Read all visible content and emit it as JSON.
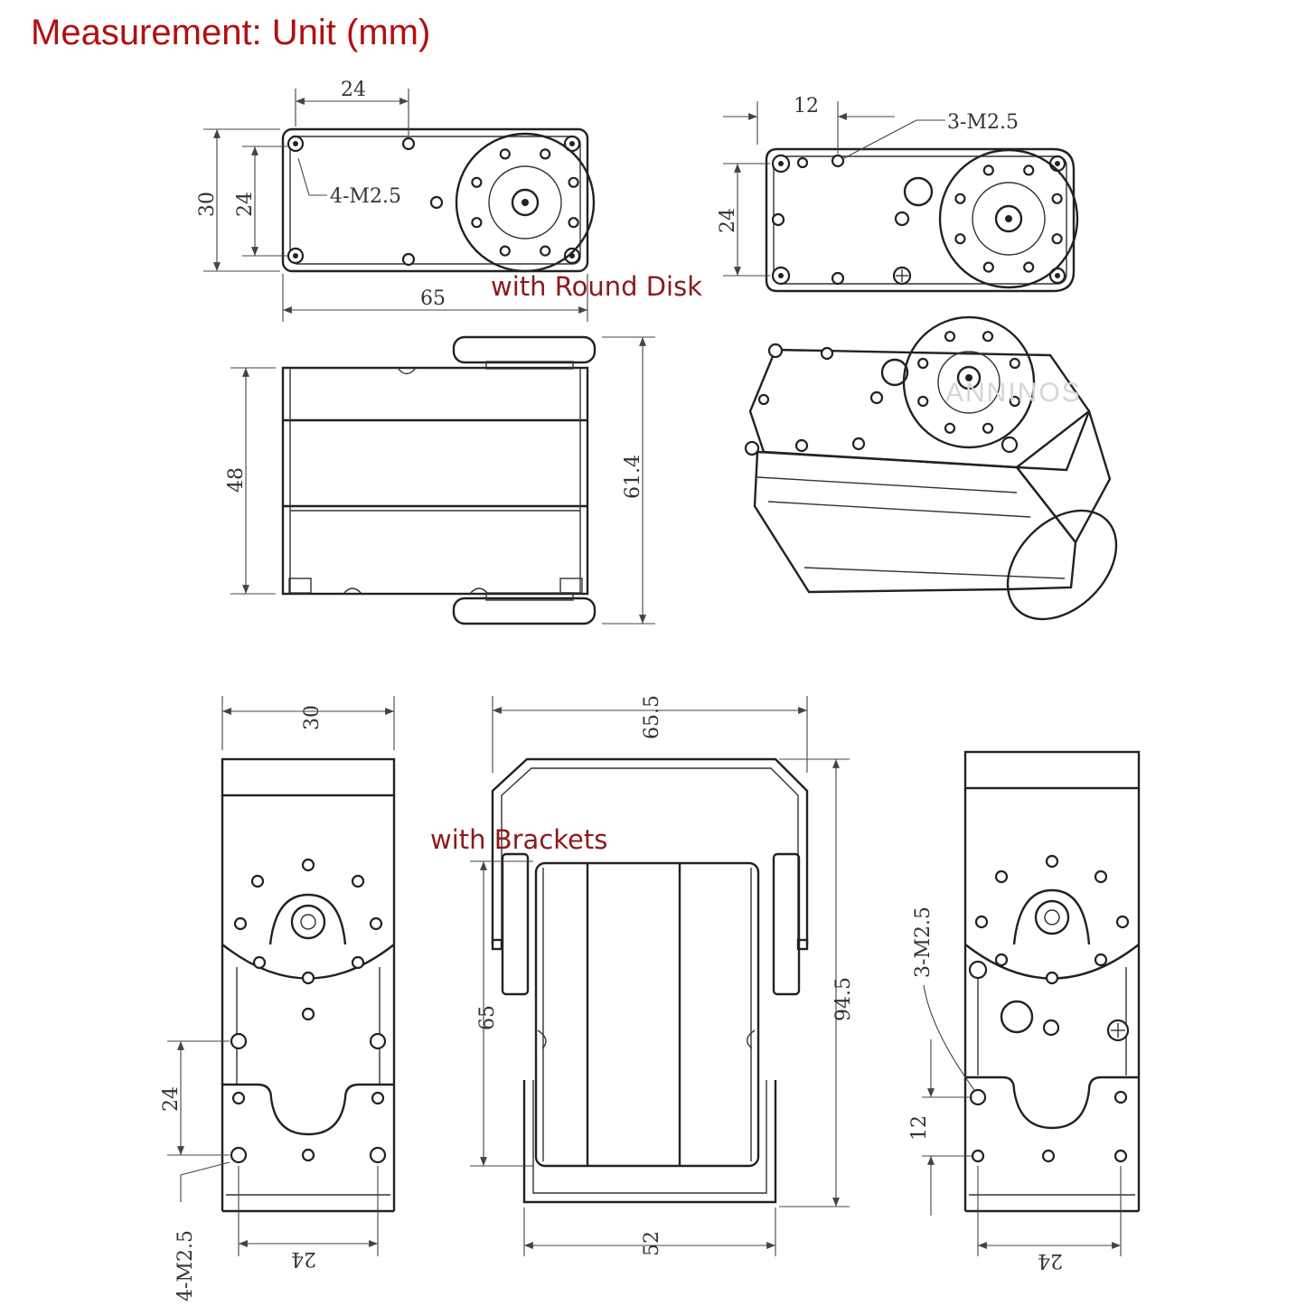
{
  "heading": "Measurement: Unit (mm)",
  "captions": {
    "round_disk": "with Round Disk",
    "brackets": "with Brackets"
  },
  "watermark": "ANNINOS",
  "dimensions": {
    "top_width": "24",
    "top_height_outer": "30",
    "top_height_inner": "24",
    "top_holes": "4-M2.5",
    "top_length": "65",
    "bottom_width": "12",
    "bottom_holes_label": "3-M2.5",
    "bottom_height": "24",
    "side_height": "48",
    "side_total": "61.4",
    "bracket_front_width": "30",
    "bracket_front_spacing": "24",
    "bracket_front_bottom": "24",
    "bracket_front_holes": "4-M2.5",
    "bracket_side_width": "65.5",
    "bracket_side_height": "94.5",
    "bracket_side_body": "65",
    "bracket_side_bottom": "52",
    "bracket_back_holes": "3-M2.5",
    "bracket_back_spacing": "12",
    "bracket_back_bottom": "24"
  },
  "colors": {
    "heading": "#b01010",
    "caption": "#8b1a1a",
    "line": "#222222"
  }
}
